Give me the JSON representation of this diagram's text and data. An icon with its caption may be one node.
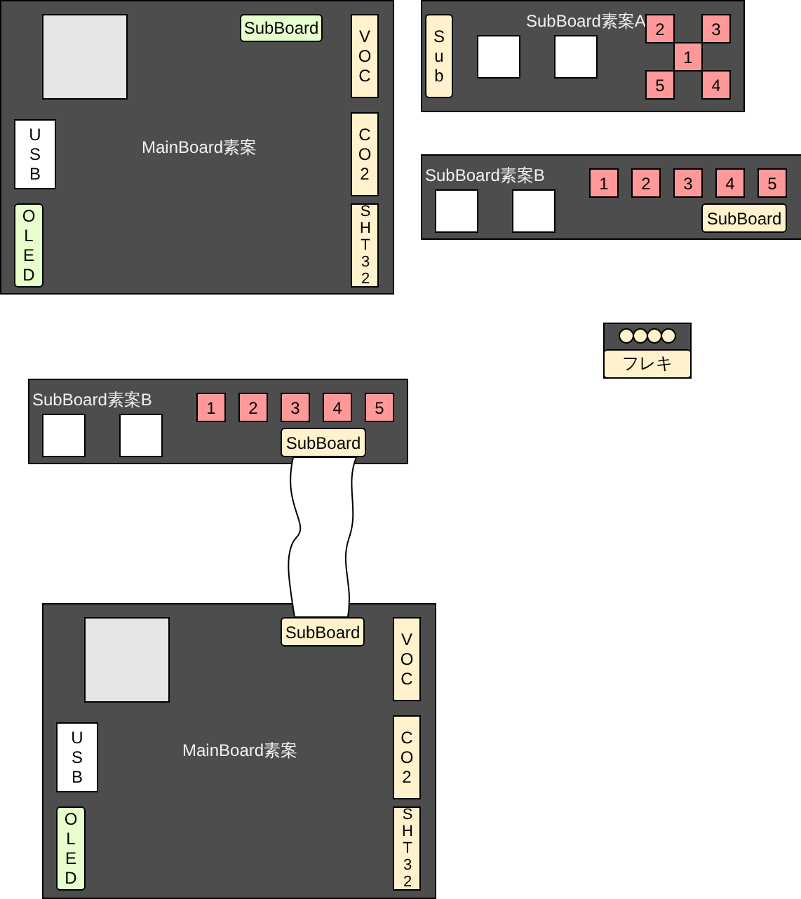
{
  "diagram": {
    "nodes": [
      {
        "text": [
          "MainBoard素案"
        ]
      },
      {
        "text": [],
        "shape": "box",
        "in": 0
      },
      {
        "text": [
          "SubBoard"
        ],
        "in": 0
      },
      {
        "text": [
          "VOC"
        ],
        "in": 0
      },
      {
        "text": [
          "USB"
        ],
        "in": 0
      },
      {
        "text": [
          "CO2"
        ],
        "in": 0
      },
      {
        "text": [
          "OLED"
        ],
        "in": 0
      },
      {
        "text": [
          "SHT32"
        ],
        "in": 0
      },
      {
        "text": [
          "SubBoard素案A"
        ]
      },
      {
        "text": [
          "Sub"
        ],
        "in": 8
      },
      {
        "text": [],
        "shape": "box",
        "in": 8
      },
      {
        "text": [],
        "shape": "box",
        "in": 8
      },
      {
        "text": [
          "2"
        ],
        "in": 8
      },
      {
        "text": [
          "3"
        ],
        "in": 8
      },
      {
        "text": [
          "1"
        ],
        "in": 8
      },
      {
        "text": [
          "5"
        ],
        "in": 8
      },
      {
        "text": [
          "4"
        ],
        "in": 8
      },
      {
        "text": [
          "SubBoard素案B"
        ]
      },
      {
        "text": [],
        "shape": "box",
        "in": 17
      },
      {
        "text": [],
        "shape": "box",
        "in": 17
      },
      {
        "text": [
          "1"
        ],
        "in": 17
      },
      {
        "text": [
          "2"
        ],
        "in": 17
      },
      {
        "text": [
          "3"
        ],
        "in": 17
      },
      {
        "text": [
          "4"
        ],
        "in": 17
      },
      {
        "text": [
          "5"
        ],
        "in": 17
      },
      {
        "text": [
          "SubBoard"
        ],
        "in": 17
      },
      {
        "text": [
          "フレキ"
        ]
      },
      {
        "text": [
          "SubBoard素案B"
        ]
      },
      {
        "text": [],
        "shape": "box",
        "in": 27
      },
      {
        "text": [],
        "shape": "box",
        "in": 27
      },
      {
        "text": [
          "1"
        ],
        "in": 27
      },
      {
        "text": [
          "2"
        ],
        "in": 27
      },
      {
        "text": [
          "3"
        ],
        "in": 27
      },
      {
        "text": [
          "4"
        ],
        "in": 27
      },
      {
        "text": [
          "5"
        ],
        "in": 27
      },
      {
        "text": [
          "SubBoard"
        ],
        "in": 27
      },
      {
        "text": [
          "MainBoard素案"
        ]
      },
      {
        "text": [],
        "shape": "box",
        "in": 36
      },
      {
        "text": [
          "SubBoard"
        ],
        "in": 36
      },
      {
        "text": [
          "VOC"
        ],
        "in": 36
      },
      {
        "text": [
          "USB"
        ],
        "in": 36
      },
      {
        "text": [
          "CO2"
        ],
        "in": 36
      },
      {
        "text": [
          "OLED"
        ],
        "in": 36
      },
      {
        "text": [
          "SHT32"
        ],
        "in": 36
      }
    ],
    "edges": [
      {
        "from": 35,
        "to": 38,
        "arrow": "none"
      }
    ]
  }
}
